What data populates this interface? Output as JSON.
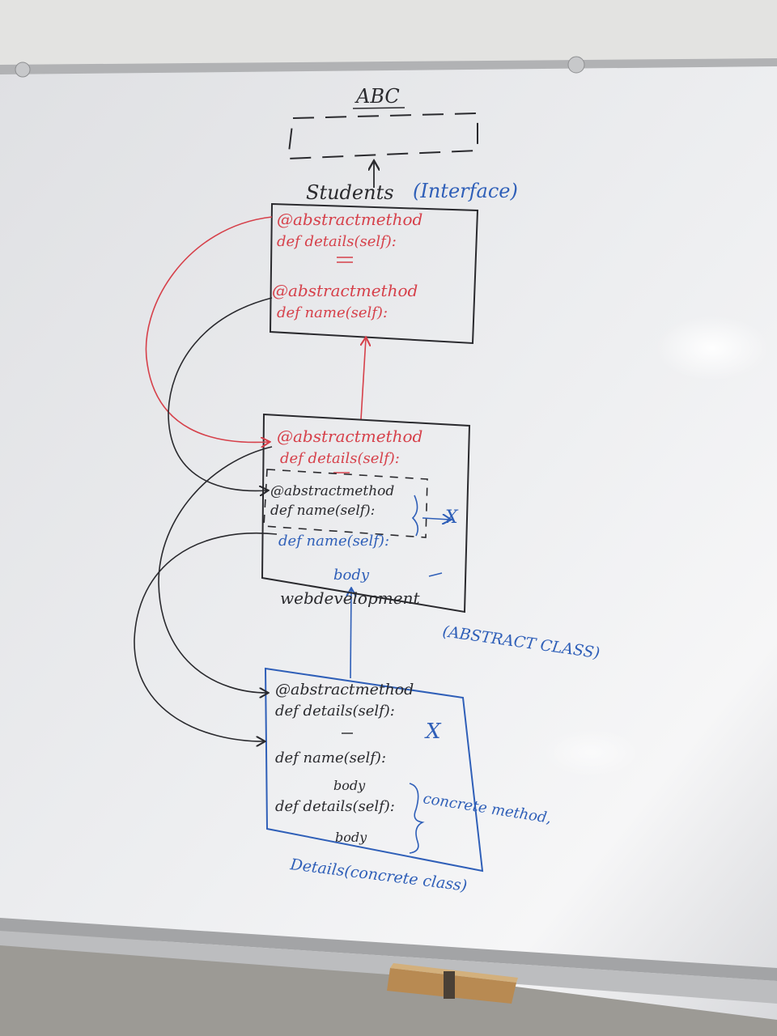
{
  "colors": {
    "wall": "#7d7b76",
    "board": "#e9eaec",
    "frame": "#a9aaac",
    "red_marker": "#d6404a",
    "black_marker": "#2a2a2e",
    "blue_marker": "#2f5fb8",
    "eraser_wood": "#b88a52"
  },
  "abc_box": {
    "label": "ABC"
  },
  "students_box": {
    "title": "Students",
    "title_note": "(Interface)",
    "line1": "@abstractmethod",
    "line2": "def details(self):",
    "line3": "@abstractmethod",
    "line4": "def name(self):"
  },
  "webdev_box": {
    "line1": "@abstractmethod",
    "line2": "def details(self):",
    "line3": "@abstractmethod",
    "line4": "def name(self):",
    "line5": "def name(self):",
    "line6": "body",
    "cross": "X",
    "caption": "webdevelopment",
    "caption_note": "(ABSTRACT CLASS)"
  },
  "details_box": {
    "line1": "@abstractmethod",
    "line2": "def details(self):",
    "cross": "X",
    "line3": "def name(self):",
    "line4": "body",
    "line5": "def details(self):",
    "line6": "body",
    "brace_note": "concrete method,",
    "caption": "Details(concrete class)"
  }
}
